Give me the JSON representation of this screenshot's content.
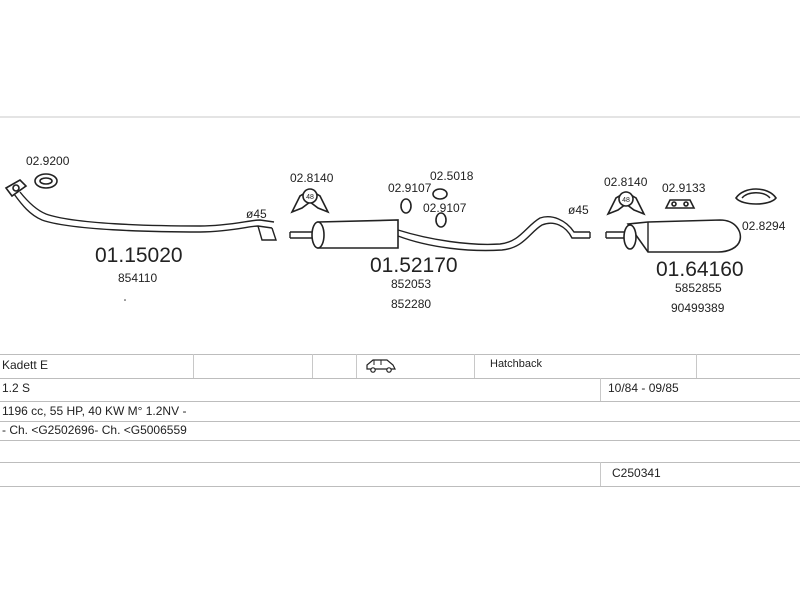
{
  "parts": {
    "gasket_front": "02.9200",
    "front_pipe": "01.15020",
    "front_pipe_oe": "854110",
    "front_pipe_diameter": "ø45",
    "mount_1": "02.8140",
    "rubber_1": "02.9107",
    "clamp_1": "02.5018",
    "rubber_2": "02.9107",
    "middle_silencer": "01.52170",
    "middle_oe_1": "852053",
    "middle_oe_2": "852280",
    "middle_pipe_diameter": "ø45",
    "mount_2": "02.8140",
    "rubber_3": "02.9133",
    "rear_ring": "02.8294",
    "rear_silencer": "01.64160",
    "rear_oe_1": "5852855",
    "rear_oe_2": "90499389"
  },
  "table": {
    "model": "Kadett  E",
    "body": "Hatchback",
    "engine": "1.2 S",
    "years": "10/84 - 09/85",
    "spec": "1196 cc, 55 HP, 40 KW M° 1.2NV -",
    "chassis": "- Ch. <G2502696- Ch. <G5006559",
    "code": "C250341"
  },
  "icons": {
    "vehicle": "hatchback-car-icon"
  }
}
